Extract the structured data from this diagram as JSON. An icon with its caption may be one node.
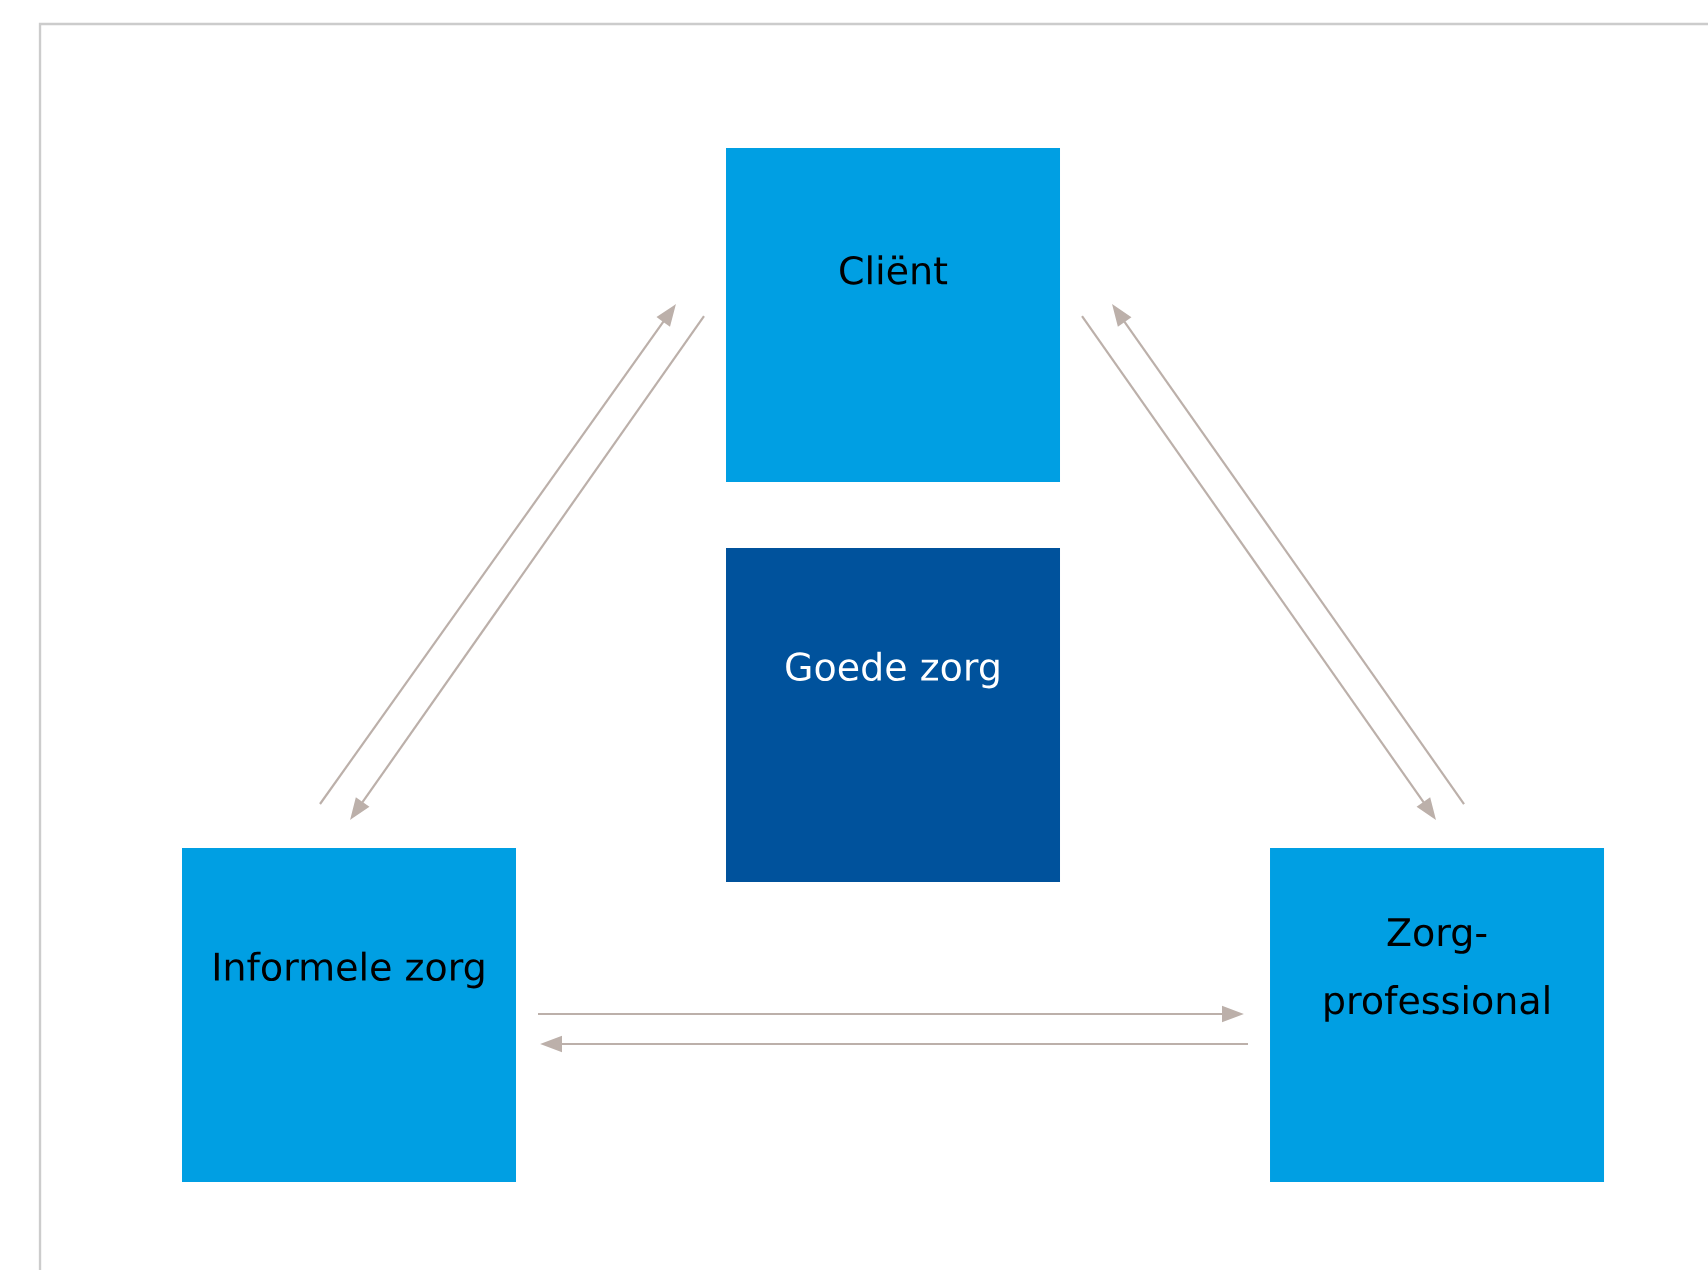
{
  "diagram": {
    "nodes": [
      {
        "text": [
          "Cliënt"
        ]
      },
      {
        "text": [
          "Goede zorg"
        ]
      },
      {
        "text": [
          "Informele zorg"
        ]
      },
      {
        "text": [
          "Zorg-professional"
        ]
      }
    ],
    "edges": [
      {
        "from": 2,
        "to": 0,
        "arrow": "to"
      },
      {
        "from": 0,
        "to": 2,
        "arrow": "to"
      },
      {
        "from": 0,
        "to": 3,
        "arrow": "to"
      },
      {
        "from": 3,
        "to": 0,
        "arrow": "to"
      },
      {
        "from": 2,
        "to": 3,
        "arrow": "to"
      },
      {
        "from": 3,
        "to": 2,
        "arrow": "to"
      }
    ]
  }
}
